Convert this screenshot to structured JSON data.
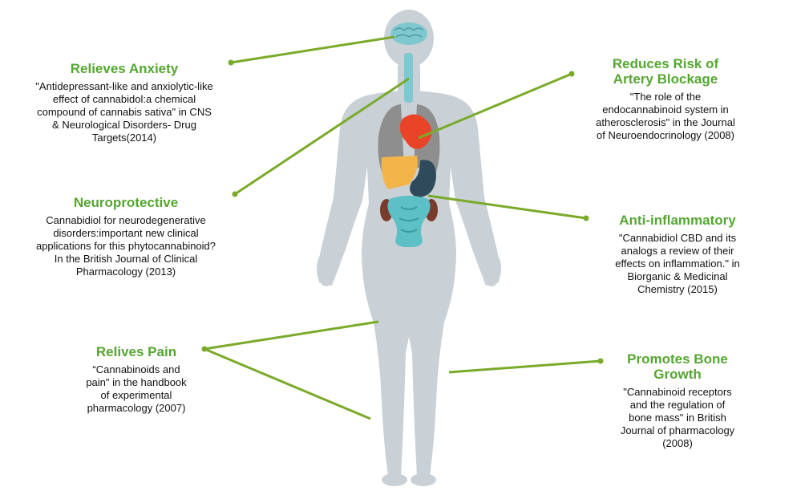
{
  "colors": {
    "accent_green": "#55a630",
    "connector_green": "#7aaa2a",
    "body_gray": "#c9d1d6",
    "brain": "#7ec8d0",
    "lungs": "#8e8e8e",
    "heart": "#e94427",
    "liver": "#f3b54a",
    "stomach": "#2f4a5a",
    "intestine": "#5cc0c6",
    "kidney": "#7a3a2c"
  },
  "benefits": [
    {
      "id": "anxiety",
      "title": "Relieves Anxiety",
      "text": "\"Antidepressant-like and anxiolytic-like\neffect of cannabidol:a chemical\ncompound of cannabis sativa\" in CNS\n& Neurological Disorders- Drug\nTargets(2014)"
    },
    {
      "id": "neuro",
      "title": "Neuroprotective",
      "text": "Cannabidiol for neurodegenerative\ndisorders:important new clinical\napplications for this phytocannabinoid?\nIn the British Journal of Clinical\nPharmacology (2013)"
    },
    {
      "id": "pain",
      "title": "Relives Pain",
      "text": "“Cannabinoids and\npain\" in the handbook\nof experimental\npharmacology (2007)"
    },
    {
      "id": "artery",
      "title": "Reduces Risk of\nArtery Blockage",
      "text": "\"The role of the\nendocannabinoid system in\natherosclerosis\" in the Journal\nof Neuroendocrinology (2008)"
    },
    {
      "id": "inflam",
      "title": "Anti-inflammatory",
      "text": "\"Cannabidiol CBD and its\nanalogs a review of their\neffects on inflammation.\" in\nBiorganic & Medicinal\nChemistry (2015)"
    },
    {
      "id": "bone",
      "title": "Promotes Bone\nGrowth",
      "text": "\"Cannabinoid receptors\nand the regulation of\nbone mass\" in British\nJournal of pharmacology\n(2008)"
    }
  ]
}
